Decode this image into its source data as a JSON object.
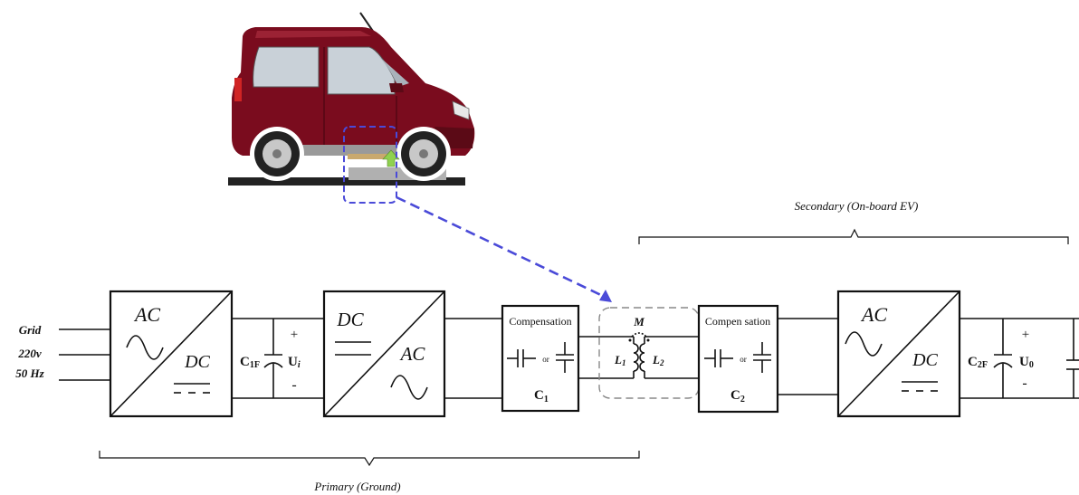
{
  "labels": {
    "secondary": "Secondary (On-board EV)",
    "primary": "Primary (Ground)",
    "grid_line1": "Grid",
    "grid_line2": "220v",
    "grid_line3": "50 Hz"
  },
  "blocks": {
    "rect1_top": "AC",
    "rect1_bottom": "DC",
    "inv_top": "DC",
    "inv_bottom": "AC",
    "rect2_top": "AC",
    "rect2_bottom": "DC",
    "comp1_title": "Compensation",
    "comp1_or": "or",
    "comp1_label": "C",
    "comp1_sub": "1",
    "comp2_title": "Compen sation",
    "comp2_or": "or",
    "comp2_label": "C",
    "comp2_sub": "2",
    "coupling_label": "M",
    "l1_label": "L",
    "l1_sub": "1",
    "l2_label": "L",
    "l2_sub": "2"
  },
  "filters": {
    "c1f_label": "C",
    "c1f_sub": "1F",
    "ui_label": "U",
    "ui_sub": "i",
    "c2f_label": "C",
    "c2f_sub": "2F",
    "uo_label": "U",
    "uo_sub": "0",
    "plus": "+",
    "minus": "-"
  },
  "colors": {
    "car_body": "#7a0c1e",
    "highlight": "#4a4ad8",
    "arrow_green": "#8fd14f"
  }
}
